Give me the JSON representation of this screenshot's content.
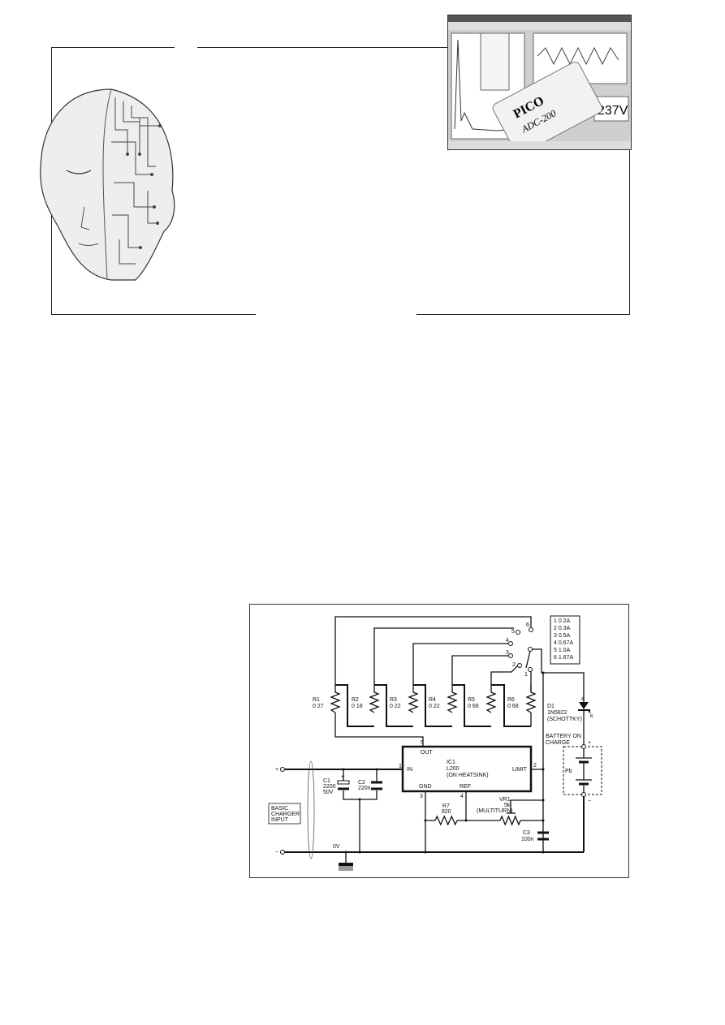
{
  "pico_image": {
    "brand": "PICO",
    "model": "ADC-200",
    "readout": "237V"
  },
  "circuit": {
    "legend": [
      {
        "pos": "1",
        "current": "0.2A"
      },
      {
        "pos": "2",
        "current": "0.3A"
      },
      {
        "pos": "3",
        "current": "0.5A"
      },
      {
        "pos": "4",
        "current": "0.67A"
      },
      {
        "pos": "5",
        "current": "1.0A"
      },
      {
        "pos": "6",
        "current": "1.67A"
      }
    ],
    "switch_positions": [
      "1",
      "2",
      "3",
      "4",
      "5",
      "6"
    ],
    "resistors": [
      {
        "name": "R1",
        "value": "0 27"
      },
      {
        "name": "R2",
        "value": "0 18"
      },
      {
        "name": "R3",
        "value": "0 22"
      },
      {
        "name": "R4",
        "value": "0 22"
      },
      {
        "name": "R5",
        "value": "0 68"
      },
      {
        "name": "R6",
        "value": "0 68"
      }
    ],
    "d1": {
      "name": "D1",
      "part": "1N5822",
      "note": "(SCHOTTKY)",
      "anode": "a",
      "cathode": "k"
    },
    "battery": {
      "label1": "BATTERY ON",
      "label2": "CHARGE",
      "type": "Pb",
      "plus": "+",
      "minus": "−"
    },
    "ic1": {
      "name": "IC1",
      "part": "L200",
      "note": "(ON HEATSINK)",
      "pin_out": "OUT",
      "pin_in": "IN",
      "pin_gnd": "GND",
      "pin_ref": "REF",
      "pin_limit": "LIMIT",
      "n_out": "5",
      "n_in": "1",
      "n_gnd": "3",
      "n_ref": "4",
      "n_limit": "2"
    },
    "c1": {
      "name": "C1",
      "value": "2200",
      "voltage": "50V",
      "polarity": "+"
    },
    "c2": {
      "name": "C2",
      "value": "220n"
    },
    "c3": {
      "name": "C3",
      "value": "100n"
    },
    "r7": {
      "name": "R7",
      "value": "820"
    },
    "vr1": {
      "name": "VR1",
      "value": "5k",
      "note": "(MULTITURN)"
    },
    "input": {
      "plus": "+",
      "minus": "−",
      "label1": "BASIC",
      "label2": "CHARGER",
      "label3": "INPUT",
      "zero_v": "0V"
    }
  }
}
